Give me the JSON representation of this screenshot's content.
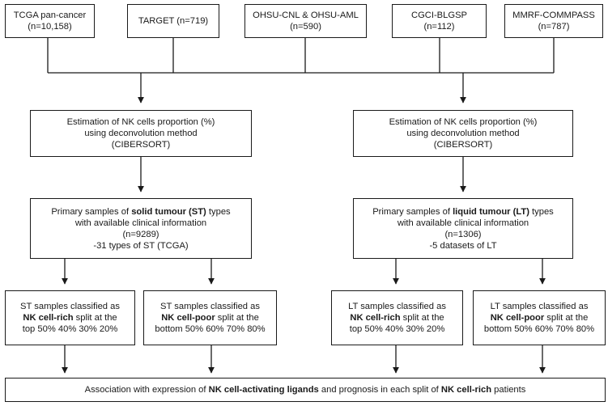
{
  "sources": [
    {
      "name": "TCGA pan-cancer",
      "n": "(n=10,158)"
    },
    {
      "name": "TARGET (n=719)",
      "n": ""
    },
    {
      "name": "OHSU-CNL & OHSU-AML",
      "n": "(n=590)"
    },
    {
      "name": "CGCI-BLGSP",
      "n": "(n=112)"
    },
    {
      "name": "MMRF-COMMPASS",
      "n": "(n=787)"
    }
  ],
  "left": {
    "estimation": [
      "Estimation of NK cells proportion (%)",
      "using deconvolution method",
      "(CIBERSORT)"
    ],
    "primary": {
      "l1_pre": "Primary samples of ",
      "l1_bold": "solid tumour (ST)",
      "l1_post": " types",
      "l2": "with available clinical information",
      "l3": "(n=9289)",
      "l4": "-31 types of  ST (TCGA)"
    },
    "rich": {
      "l1": "ST samples classified as",
      "bold": "NK cell-rich",
      "l2_post": " split at the",
      "l3": "top 50% 40% 30% 20%"
    },
    "poor": {
      "l1": "ST samples classified as",
      "bold": "NK cell-poor",
      "l2_post": " split at the",
      "l3": "bottom 50% 60% 70% 80%"
    }
  },
  "right": {
    "estimation": [
      "Estimation of NK cells proportion (%)",
      "using deconvolution method",
      "(CIBERSORT)"
    ],
    "primary": {
      "l1_pre": "Primary samples of ",
      "l1_bold": "liquid tumour (LT)",
      "l1_post": " types",
      "l2": "with available clinical information",
      "l3": "(n=1306)",
      "l4": "-5 datasets of LT"
    },
    "rich": {
      "l1": "LT samples classified as",
      "bold": "NK cell-rich",
      "l2_post": " split at the",
      "l3": "top 50% 40% 30% 20%"
    },
    "poor": {
      "l1": "LT samples classified as",
      "bold": "NK cell-poor",
      "l2_post": " split at the",
      "l3": "bottom 50% 60% 70% 80%"
    }
  },
  "final": {
    "pre": "Association with expression of ",
    "bold1": "NK cell-activating ligands",
    "mid": " and prognosis in each split of ",
    "bold2": "NK cell-rich",
    "post": " patients"
  }
}
